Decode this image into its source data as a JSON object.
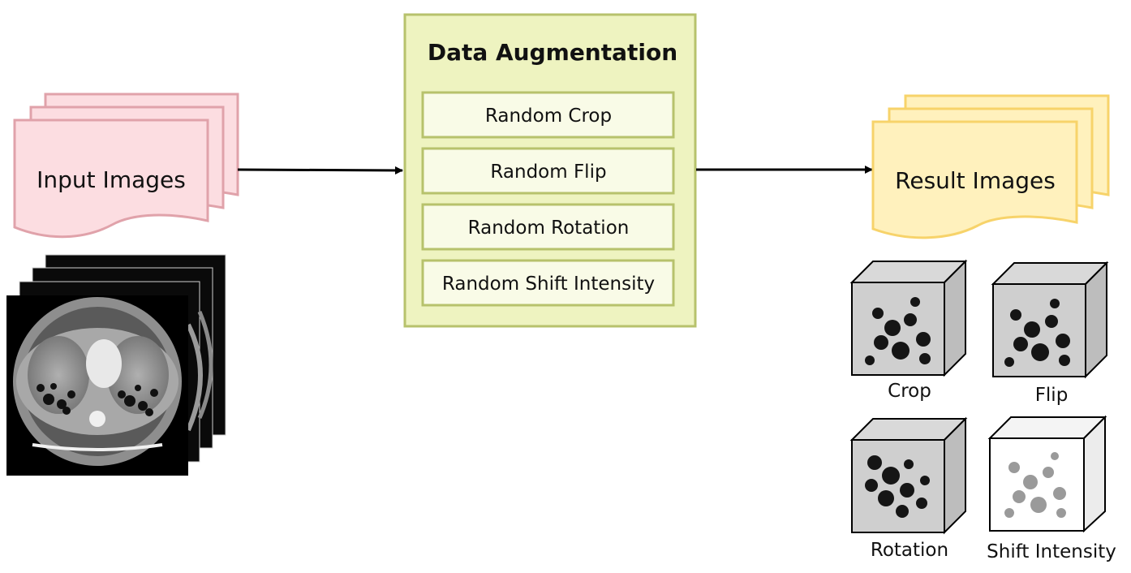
{
  "input": {
    "label": "Input Images"
  },
  "augmentation": {
    "title": "Data Augmentation",
    "steps": [
      {
        "label": "Random Crop"
      },
      {
        "label": "Random Flip"
      },
      {
        "label": "Random Rotation"
      },
      {
        "label": "Random Shift Intensity"
      }
    ]
  },
  "result": {
    "label": "Result Images",
    "samples": [
      {
        "label": "Crop"
      },
      {
        "label": "Flip"
      },
      {
        "label": "Rotation"
      },
      {
        "label": "Shift Intensity"
      }
    ]
  },
  "colors": {
    "input_fill": "#fcdde1",
    "input_stroke": "#e0a2aa",
    "aug_fill": "#eef3c0",
    "aug_stroke": "#b7c26c",
    "step_fill": "#f9fbe7",
    "result_fill": "#fff1bd",
    "result_stroke": "#f7d36a",
    "arrow": "#000000"
  }
}
